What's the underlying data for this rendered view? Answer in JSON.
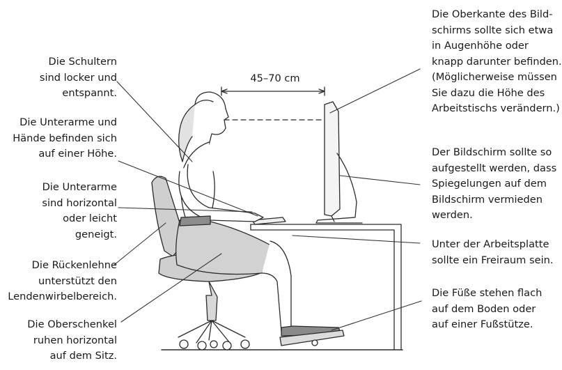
{
  "measurement": "45–70 cm",
  "callouts": {
    "shoulders": [
      "Die Schultern",
      "sind locker und",
      "entspannt."
    ],
    "forearms_level": [
      "Die Unterarme und",
      "Hände befinden sich",
      "auf einer Höhe."
    ],
    "forearms_horizontal": [
      "Die Unterarme",
      "sind horizontal",
      "oder leicht",
      "geneigt."
    ],
    "backrest": [
      "Die Rückenlehne",
      "unterstützt den",
      "Lendenwirbelbereich."
    ],
    "thighs": [
      "Die Oberschenkel",
      "ruhen horizontal",
      "auf dem Sitz."
    ],
    "screen_top": [
      "Die Oberkante des Bild-",
      "schirms sollte sich etwa",
      "in Augenhöhe oder",
      "knapp darunter befinden.",
      "(Möglicherweise müssen",
      "Sie dazu die Höhe des",
      "Arbeitstischs verändern.)"
    ],
    "screen_glare": [
      "Der Bildschirm sollte so",
      "aufgestellt werden, dass",
      "Spiegelungen auf dem",
      "Bildschirm vermieden",
      "werden."
    ],
    "legroom": [
      "Unter der Arbeitsplatte",
      "sollte ein Freiraum sein."
    ],
    "feet": [
      "Die Füße stehen flach",
      "auf dem Boden oder",
      "auf einer Fußstütze."
    ]
  }
}
